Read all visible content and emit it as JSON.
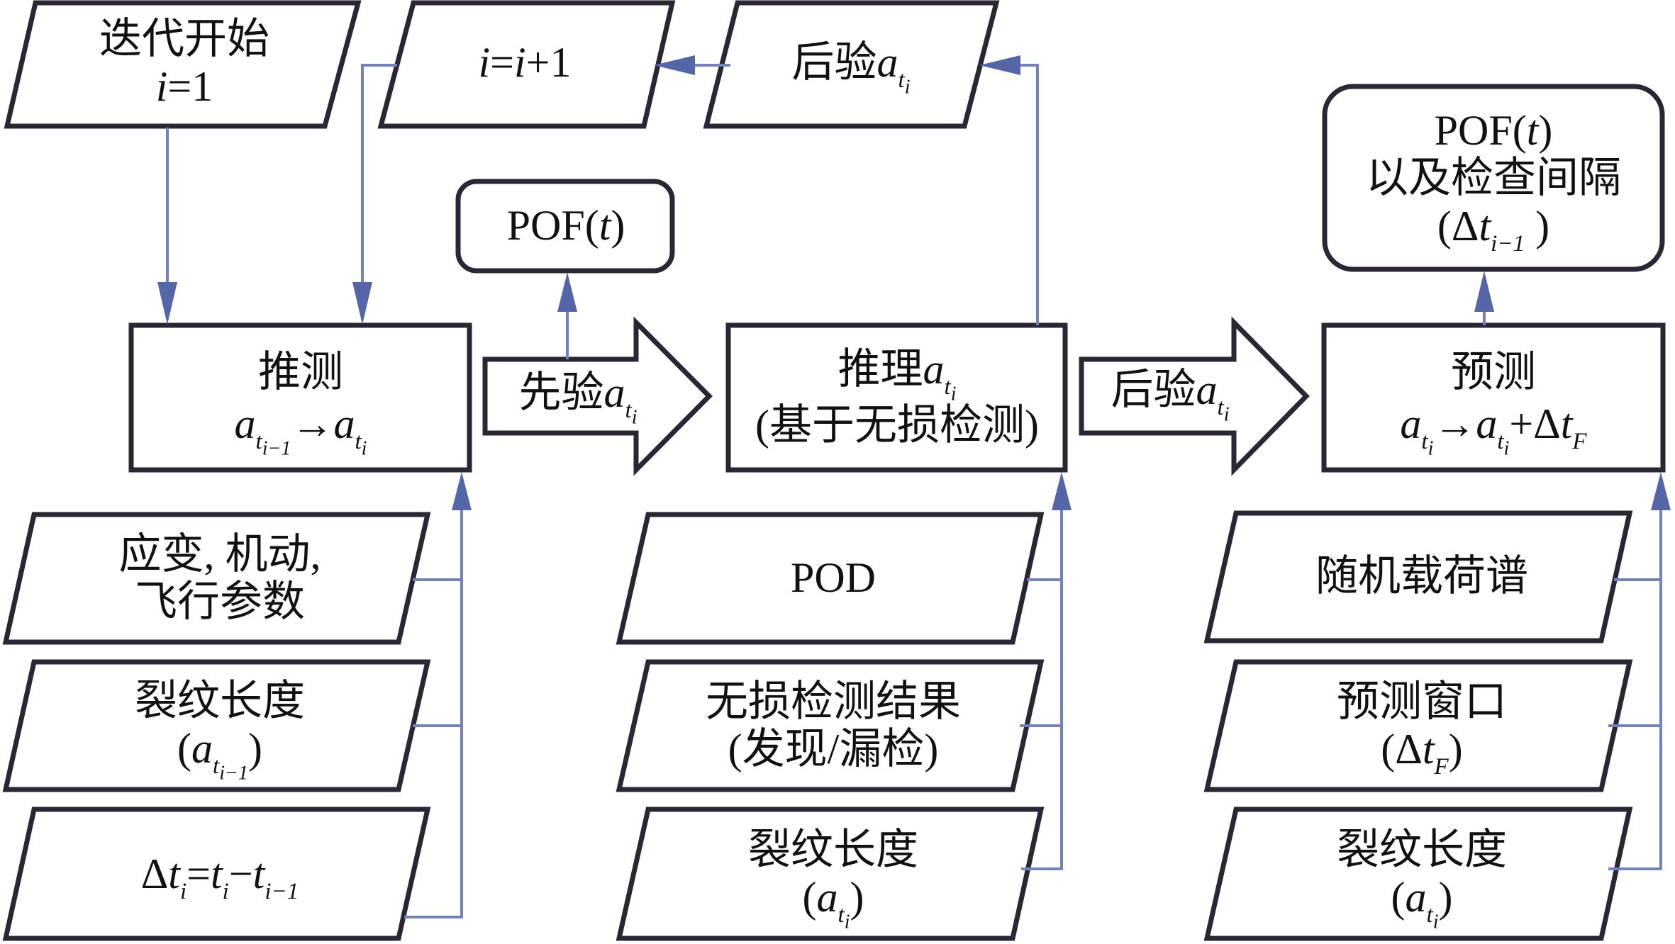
{
  "diagram": {
    "type": "flowchart",
    "colors": {
      "box_stroke": "#2b2633",
      "connector": "#7482bb",
      "arrowhead": "#5466a8",
      "background": "#ffffff"
    },
    "nodes": {
      "iter_start": {
        "line1": "迭代开始",
        "var": "i",
        "eq": "=1"
      },
      "increment": {
        "var1": "i",
        "eq": "=",
        "var2": "i",
        "plus": "+1"
      },
      "posterior_top": {
        "text": "后验",
        "var": "a",
        "sub": "t",
        "subsub": "i"
      },
      "pof_mid": {
        "text": "POF(",
        "var": "t",
        "close": ")"
      },
      "pof_right": {
        "text": "POF(",
        "var": "t",
        "close": ")",
        "line2": "以及检查间隔",
        "line3_open": "(Δ",
        "line3_var": "t",
        "line3_sub": "i−1",
        "line3_close": " )"
      },
      "estimate": {
        "title": "推测",
        "a1": "a",
        "a1_sub": "t",
        "a1_subsub": "i−1",
        "arrow": "→",
        "a2": "a",
        "a2_sub": "t",
        "a2_subsub": "i"
      },
      "prior_arrow": {
        "text": "先验",
        "var": "a",
        "sub": "t",
        "subsub": "i"
      },
      "reasoning": {
        "title": "推理",
        "var": "a",
        "sub": "t",
        "subsub": "i",
        "line2": "(基于无损检测)"
      },
      "posterior_arrow": {
        "text": "后验",
        "var": "a",
        "sub": "t",
        "subsub": "i"
      },
      "predict": {
        "title": "预测",
        "a1": "a",
        "a1_sub": "t",
        "a1_subsub": "i",
        "arrow": "→",
        "a2": "a",
        "a2_sub": "t",
        "a2_subsub": "i",
        "plus": "+Δ",
        "t": "t",
        "t_sub": "F"
      }
    },
    "inputs_left": [
      {
        "line1": "应变, 机动,",
        "line2": "飞行参数"
      },
      {
        "line1": "裂纹长度",
        "open": "(",
        "var": "a",
        "sub": "t",
        "subsub": "i−1",
        "close": ")"
      },
      {
        "delta": "Δ",
        "t1": "t",
        "s1": "i",
        "eq": "=",
        "t2": "t",
        "s2": "i",
        "minus": "−",
        "t3": "t",
        "s3": "i−1"
      }
    ],
    "inputs_mid": [
      {
        "line1": "POD"
      },
      {
        "line1": "无损检测结果",
        "line2": "(发现/漏检)"
      },
      {
        "line1": "裂纹长度",
        "open": "(",
        "var": "a",
        "sub": "t",
        "subsub": "i",
        "close": ")"
      }
    ],
    "inputs_right": [
      {
        "line1": "随机载荷谱"
      },
      {
        "line1": "预测窗口",
        "open": "(Δ",
        "var": "t",
        "sub": "F",
        "close": ")"
      },
      {
        "line1": "裂纹长度",
        "open": "(",
        "var": "a",
        "sub": "t",
        "subsub": "i",
        "close": ")"
      }
    ]
  }
}
